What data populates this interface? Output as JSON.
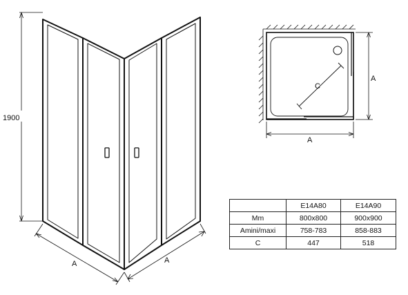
{
  "elevation": {
    "height_label": "1900",
    "width_label_left": "A",
    "width_label_right": "A"
  },
  "plan": {
    "width_label": "A",
    "depth_label": "A",
    "diagonal_label": "C"
  },
  "spec_table": {
    "columns": [
      "",
      "E14A80",
      "E14A90"
    ],
    "rows": [
      {
        "label": "Mm",
        "values": [
          "800x800",
          "900x900"
        ]
      },
      {
        "label": "Amini/maxi",
        "values": [
          "758-783",
          "858-883"
        ]
      },
      {
        "label": "C",
        "values": [
          "447",
          "518"
        ]
      }
    ]
  }
}
